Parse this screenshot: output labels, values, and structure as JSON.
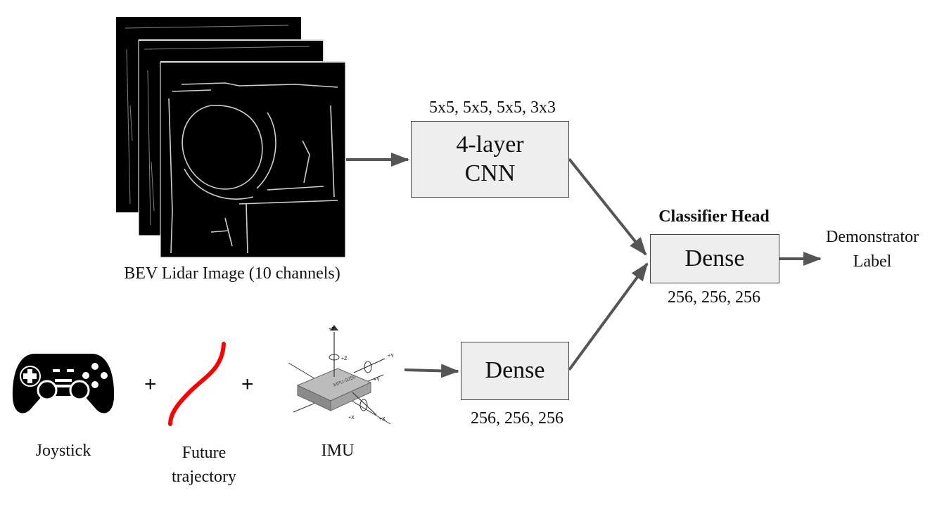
{
  "lidar": {
    "caption": "BEV Lidar Image (10 channels)"
  },
  "cnn": {
    "label_line1": "4-layer",
    "label_line2": "CNN",
    "kernels": "5x5, 5x5, 5x5, 3x3"
  },
  "dense_lower": {
    "label": "Dense",
    "sizes": "256, 256, 256"
  },
  "classifier": {
    "title": "Classifier Head",
    "label": "Dense",
    "sizes": "256, 256, 256"
  },
  "output": {
    "line1": "Demonstrator",
    "line2": "Label"
  },
  "inputs": {
    "plus1": "+",
    "plus2": "+",
    "joystick": "Joystick",
    "trajectory_line1": "Future",
    "trajectory_line2": "trajectory",
    "imu": "IMU",
    "imu_chip": "MPU-9250",
    "imu_axes": {
      "z1": "+Z",
      "z2": "+Z",
      "y1": "+Y",
      "y2": "+Y",
      "x1": "+X",
      "x2": "+X"
    }
  },
  "colors": {
    "box_fill": "#eeeeee",
    "arrow": "#555555",
    "trajectory": "#ff0000"
  }
}
